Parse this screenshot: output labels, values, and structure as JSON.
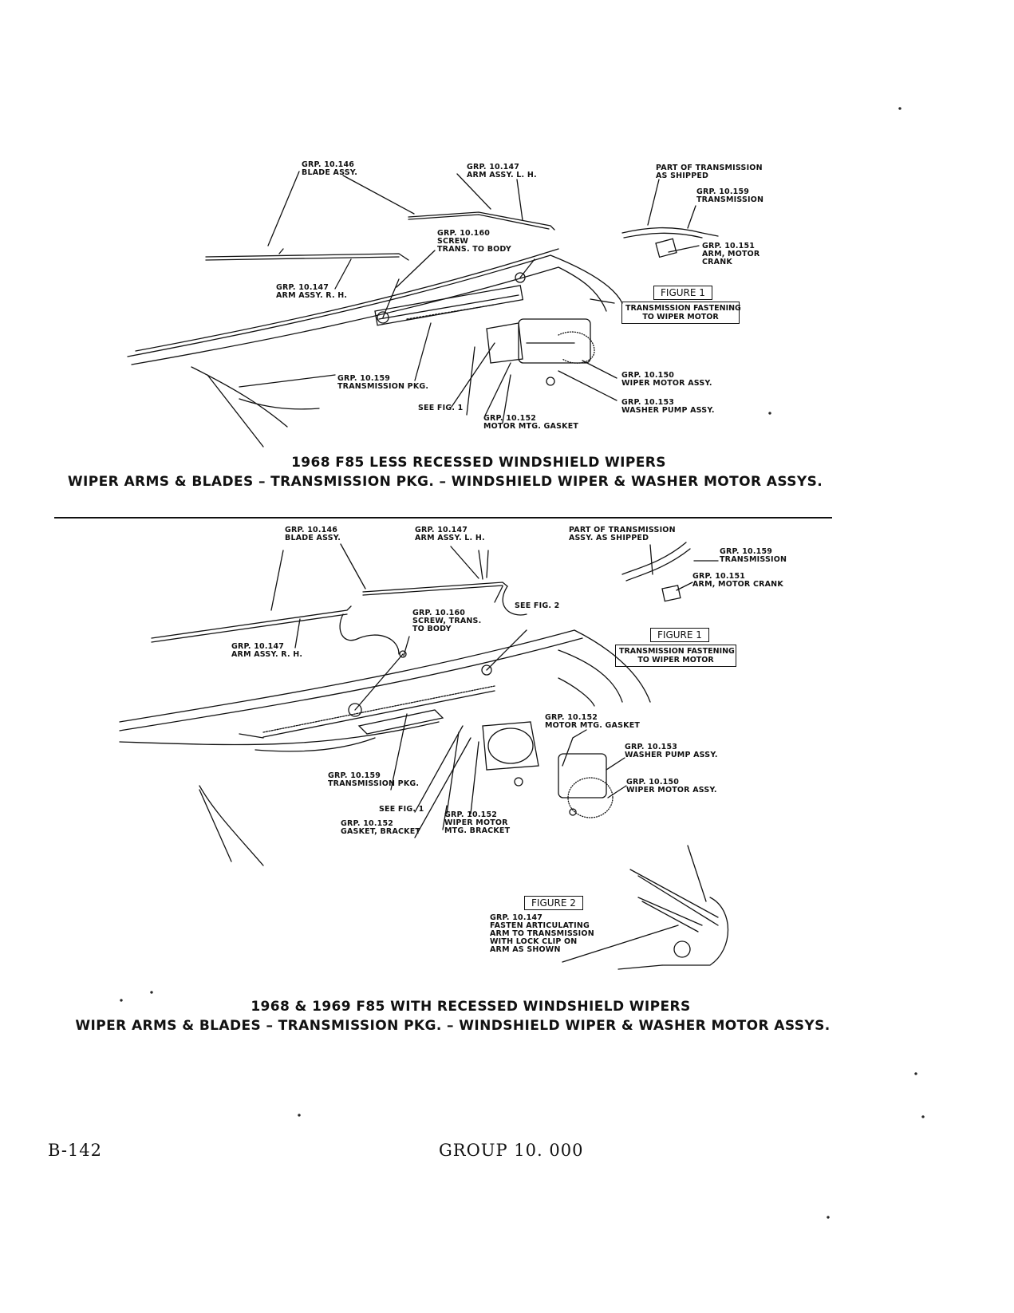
{
  "diagram1": {
    "labels": {
      "blade": [
        "GRP. 10.146",
        "BLADE ASSY."
      ],
      "arm_lh": [
        "GRP. 10.147",
        "ARM ASSY. L. H."
      ],
      "part_of_trans": [
        "PART OF TRANSMISSION",
        "AS SHIPPED"
      ],
      "transmission": [
        "GRP. 10.159",
        "TRANSMISSION"
      ],
      "screw": [
        "GRP. 10.160",
        "SCREW",
        "TRANS. TO BODY"
      ],
      "motor_crank": [
        "GRP. 10.151",
        "ARM, MOTOR",
        "CRANK"
      ],
      "arm_rh": [
        "GRP. 10.147",
        "ARM ASSY. R. H."
      ],
      "trans_pkg": [
        "GRP. 10.159",
        "TRANSMISSION PKG."
      ],
      "wiper_motor": [
        "GRP. 10.150",
        "WIPER MOTOR ASSY."
      ],
      "see_fig": "SEE FIG. 1",
      "washer_pump": [
        "GRP. 10.153",
        "WASHER PUMP ASSY."
      ],
      "gasket": [
        "GRP. 10.152",
        "MOTOR MTG. GASKET"
      ]
    },
    "figure_tag": "FIGURE 1",
    "figure_caption": [
      "TRANSMISSION FASTENING",
      "TO WIPER MOTOR"
    ],
    "title_line1": "1968 F85 LESS RECESSED WINDSHIELD WIPERS",
    "title_line2": "WIPER ARMS & BLADES – TRANSMISSION PKG. – WINDSHIELD WIPER & WASHER MOTOR ASSYS."
  },
  "diagram2": {
    "labels": {
      "blade": [
        "GRP. 10.146",
        "BLADE ASSY."
      ],
      "arm_lh": [
        "GRP. 10.147",
        "ARM ASSY. L. H."
      ],
      "part_of_trans": [
        "PART OF TRANSMISSION",
        "ASSY. AS SHIPPED"
      ],
      "transmission": [
        "GRP. 10.159",
        "TRANSMISSION"
      ],
      "motor_crank": [
        "GRP. 10.151",
        "ARM, MOTOR CRANK"
      ],
      "see_fig2": "SEE FIG. 2",
      "screw": [
        "GRP. 10.160",
        "SCREW, TRANS.",
        "TO BODY"
      ],
      "arm_rh": [
        "GRP. 10.147",
        "ARM ASSY. R. H."
      ],
      "motor_gasket": [
        "GRP. 10.152",
        "MOTOR MTG. GASKET"
      ],
      "washer_pump": [
        "GRP. 10.153",
        "WASHER PUMP ASSY."
      ],
      "wiper_motor": [
        "GRP. 10.150",
        "WIPER MOTOR ASSY."
      ],
      "trans_pkg": [
        "GRP. 10.159",
        "TRANSMISSION PKG."
      ],
      "see_fig1": "SEE FIG. 1",
      "gasket_bracket": [
        "GRP. 10.152",
        "GASKET, BRACKET"
      ],
      "motor_bracket": [
        "GRP. 10.152",
        "WIPER MOTOR",
        "MTG. BRACKET"
      ]
    },
    "figure1_tag": "FIGURE 1",
    "figure1_caption": [
      "TRANSMISSION FASTENING",
      "TO WIPER MOTOR"
    ],
    "figure2_tag": "FIGURE 2",
    "figure2_note": [
      "GRP. 10.147",
      "FASTEN ARTICULATING",
      "ARM TO TRANSMISSION",
      "WITH LOCK CLIP ON",
      "ARM AS SHOWN"
    ],
    "title_line1": "1968 & 1969 F85 WITH RECESSED WINDSHIELD WIPERS",
    "title_line2": "WIPER ARMS & BLADES – TRANSMISSION PKG. – WINDSHIELD WIPER & WASHER MOTOR ASSYS."
  },
  "footer": {
    "page_number": "B-142",
    "group": "GROUP 10. 000"
  }
}
